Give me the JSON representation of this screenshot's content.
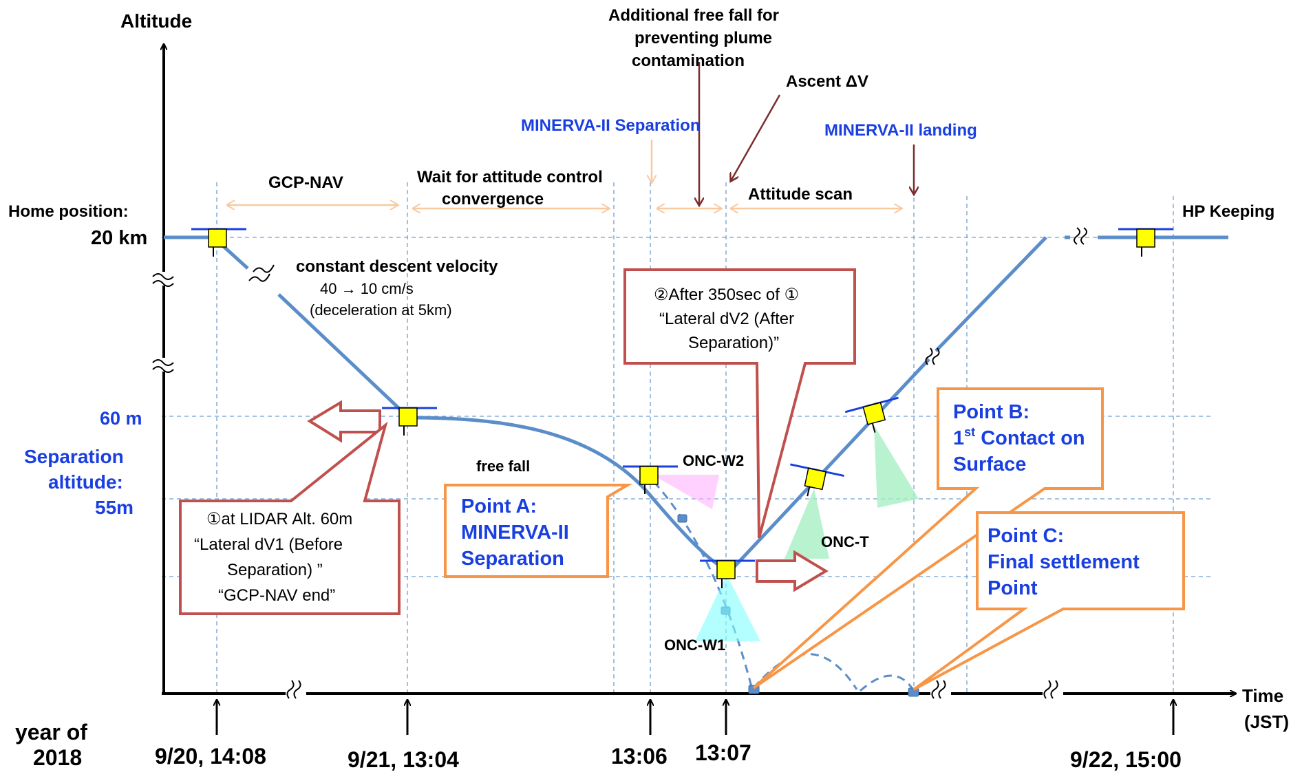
{
  "axis": {
    "y_title": "Altitude",
    "x_title_line1": "Time",
    "x_title_line2": "(JST)",
    "year_line1": "year of",
    "year_line2": "2018",
    "home_label": "Home position:",
    "home_value": "20 km",
    "sixty": "60 m",
    "sep_line1": "Separation",
    "sep_line2": "altitude:",
    "sep_line3": "55m"
  },
  "times": [
    "9/20, 14:08",
    "9/21, 13:04",
    "13:06",
    "13:07",
    "9/22, 15:00"
  ],
  "phases": {
    "gcp_nav": "GCP-NAV",
    "wait_line1": "Wait for attitude control",
    "wait_line2": "convergence",
    "attitude_scan": "Attitude scan",
    "hp_keeping": "HP Keeping"
  },
  "events": {
    "freefall_line1": "Additional free fall for",
    "freefall_line2": "preventing plume",
    "freefall_line3": "contamination",
    "ascent": "Ascent ΔV",
    "minerva_sep": "MINERVA-II Separation",
    "minerva_land": "MINERVA-II landing"
  },
  "descent": {
    "line1": "constant descent velocity",
    "line2": "40 → 10 cm/s",
    "line3": "(deceleration at 5km)"
  },
  "free_fall": "free fall",
  "cameras": {
    "w2": "ONC-W2",
    "w1": "ONC-W1",
    "t": "ONC-T"
  },
  "callout1": {
    "line1": "①at LIDAR Alt. 60m",
    "line2": "“Lateral dV1 (Before",
    "line3": "Separation) ”",
    "line4": "“GCP-NAV end”"
  },
  "callout2": {
    "line1": "②After 350sec of ①",
    "line2": "“Lateral dV2 (After",
    "line3": "Separation)”"
  },
  "point_a": {
    "line1": "Point A:",
    "line2": "MINERVA-II",
    "line3": "Separation"
  },
  "point_b": {
    "line1": "Point B:",
    "line2_main": "1",
    "line2_sup": "st",
    "line2_rest": " Contact on",
    "line3": "Surface"
  },
  "point_c": {
    "line1": "Point C:",
    "line2": "Final settlement",
    "line3": "Point"
  },
  "colors": {
    "trajectory": "#5b8ec9",
    "grid": "#6f9fd0",
    "phase_arrow": "#f8c9a0",
    "event_arrow": "#7a2d2d",
    "callout_red": "#c0504d",
    "callout_orange": "#f79646",
    "blue_text": "#1a3fe0",
    "spacecraft": "#ffff00"
  }
}
